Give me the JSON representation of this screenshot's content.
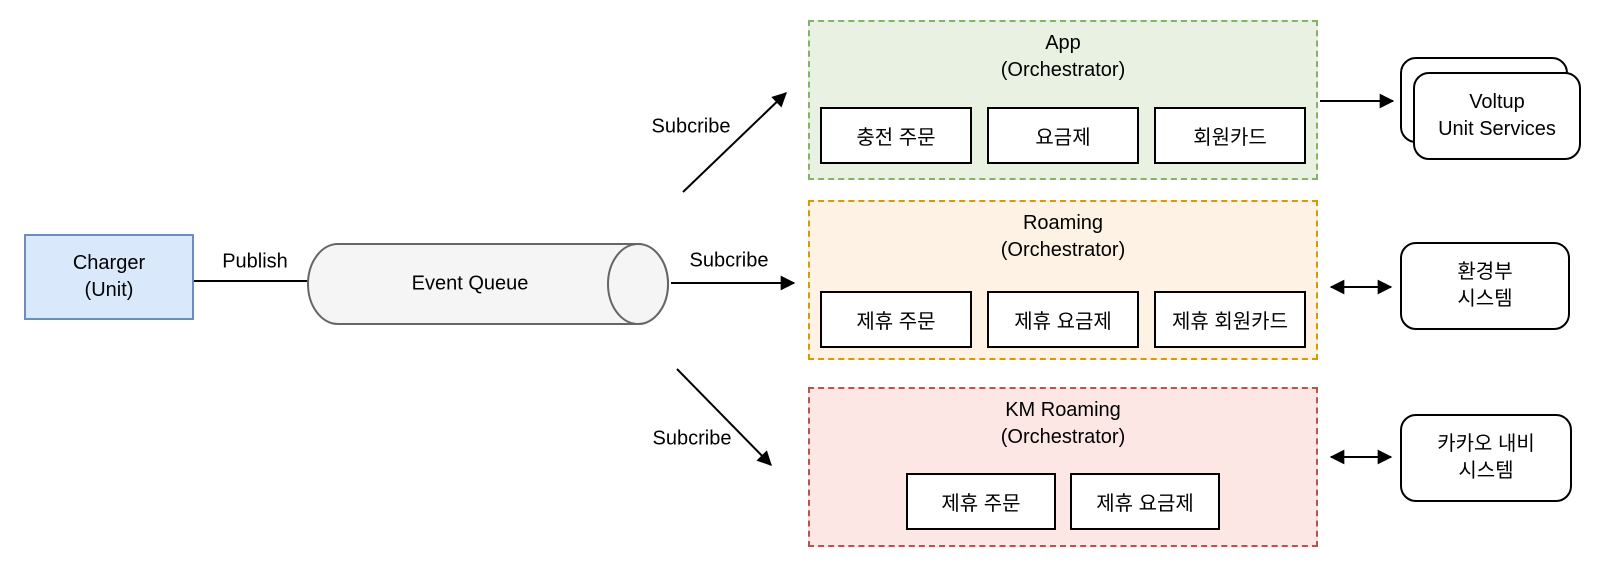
{
  "colors": {
    "charger_fill": "#dae8fc",
    "charger_border": "#6c8ebf",
    "queue_fill": "#f5f5f5",
    "queue_border": "#666666",
    "app_fill": "#e9f2e2",
    "app_border": "#82b366",
    "roaming_fill": "#fdf2e3",
    "roaming_border": "#d79b00",
    "km_fill": "#fce7e5",
    "km_border": "#b85450"
  },
  "charger": {
    "line1": "Charger",
    "line2": "(Unit)"
  },
  "queue": {
    "label": "Event Queue"
  },
  "edges": {
    "publish": "Publish",
    "subscribe_app": "Subcribe",
    "subscribe_roaming": "Subcribe",
    "subscribe_km": "Subcribe"
  },
  "groups": {
    "app": {
      "name": "App",
      "qualifier": "(Orchestrator)",
      "services": [
        "충전 주문",
        "요금제",
        "회원카드"
      ]
    },
    "roaming": {
      "name": "Roaming",
      "qualifier": "(Orchestrator)",
      "services": [
        "제휴 주문",
        "제휴 요금제",
        "제휴 회원카드"
      ]
    },
    "km_roaming": {
      "name": "KM Roaming",
      "qualifier": "(Orchestrator)",
      "services": [
        "제휴 주문",
        "제휴 요금제"
      ]
    }
  },
  "externals": {
    "voltup": {
      "line1": "Voltup",
      "line2": "Unit Services"
    },
    "moe": {
      "line1": "환경부",
      "line2": "시스템"
    },
    "kakao": {
      "line1": "카카오 내비",
      "line2": "시스템"
    }
  }
}
